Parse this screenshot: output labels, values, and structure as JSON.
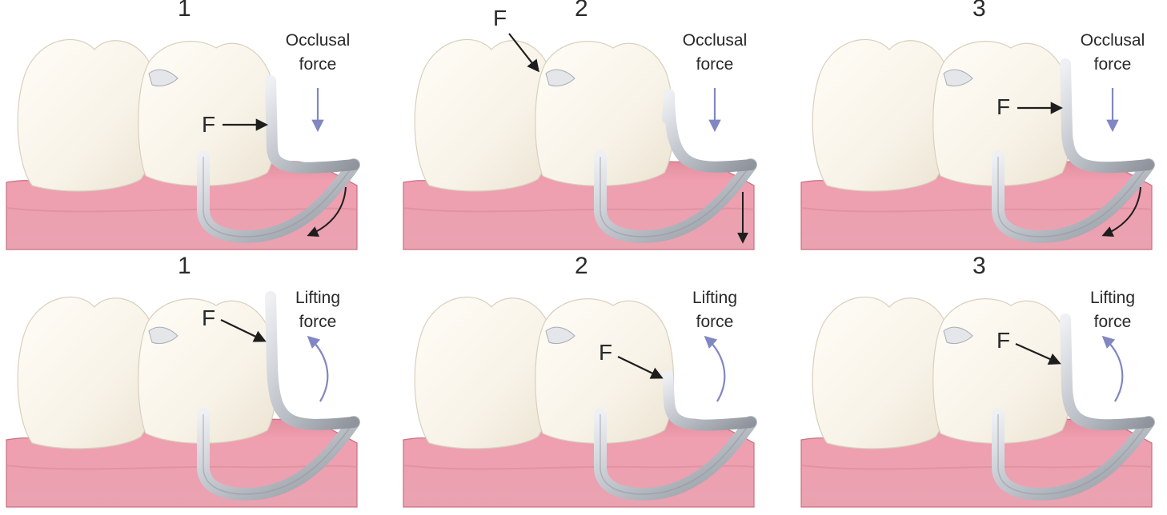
{
  "panels": [
    {
      "number": "1",
      "force_line1": "Occlusal",
      "force_line2": "force",
      "contact_label": "F"
    },
    {
      "number": "2",
      "force_line1": "Occlusal",
      "force_line2": "force",
      "contact_label": "F"
    },
    {
      "number": "3",
      "force_line1": "Occlusal",
      "force_line2": "force",
      "contact_label": "F"
    },
    {
      "number": "1",
      "force_line1": "Lifting",
      "force_line2": "force",
      "contact_label": "F"
    },
    {
      "number": "2",
      "force_line1": "Lifting",
      "force_line2": "force",
      "contact_label": "F"
    },
    {
      "number": "3",
      "force_line1": "Lifting",
      "force_line2": "force",
      "contact_label": "F"
    }
  ],
  "colors": {
    "gum": "#e79aab",
    "gum_dark": "#c9707f",
    "tooth": "#fbf8ef",
    "clasp": "#b4b8bf",
    "force_arrow": "#8087c2",
    "label_arrow": "#1e1e1e"
  }
}
